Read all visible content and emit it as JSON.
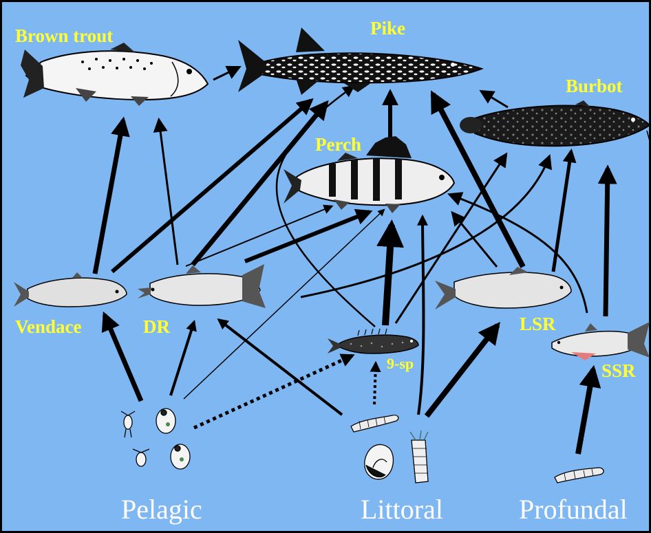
{
  "species": {
    "brown_trout": "Brown trout",
    "pike": "Pike",
    "burbot": "Burbot",
    "perch": "Perch",
    "vendace": "Vendace",
    "dr": "DR",
    "lsr": "LSR",
    "ssr": "SSR",
    "nine_sp": "9-sp"
  },
  "habitats": {
    "pelagic": "Pelagic",
    "littoral": "Littoral",
    "profundal": "Profundal"
  },
  "colors": {
    "background": "#7fb7f2",
    "border": "#000000",
    "species_label": "#ffff33",
    "habitat_label": "#ffffff",
    "arrow": "#000000"
  }
}
